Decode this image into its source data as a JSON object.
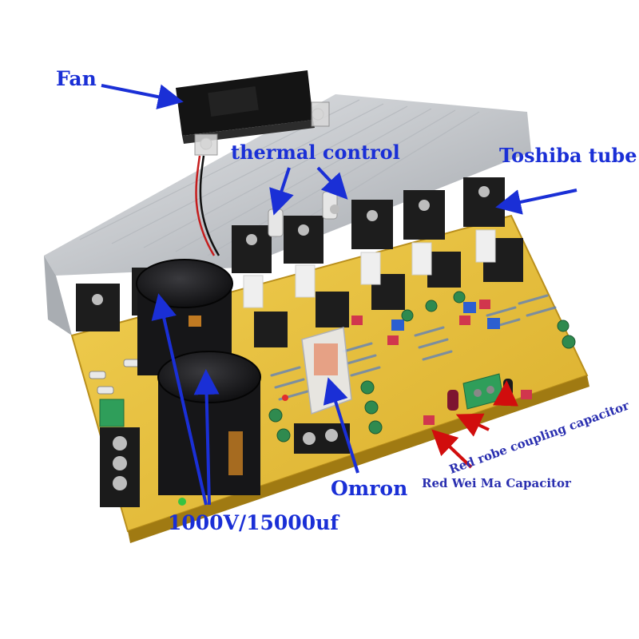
{
  "labels": {
    "fan": "Fan",
    "thermal_control": "thermal control",
    "toshiba_tube": "Toshiba tube",
    "omron": "Omron",
    "capacitor_rating": "1000V/15000uf",
    "red_wei_ma": "Red Wei Ma Capacitor",
    "red_robe": "Red robe coupling capacitor"
  },
  "colors": {
    "annotation_blue": "#1a2fd6",
    "arrow_red": "#d10d0d",
    "pcb_yellow": "#e9c23a",
    "heatsink": "#c9ccd0",
    "capacitor": "#1c1c1e",
    "transistor": "#1d1d1d",
    "terminal_green": "#2f9e5a",
    "relay": "#e8eaf2"
  },
  "icons": [
    "fan-icon",
    "heatsink-icon",
    "capacitor-icon",
    "transistor-icon",
    "relay-icon",
    "terminal-block-icon",
    "arrow-icon"
  ]
}
